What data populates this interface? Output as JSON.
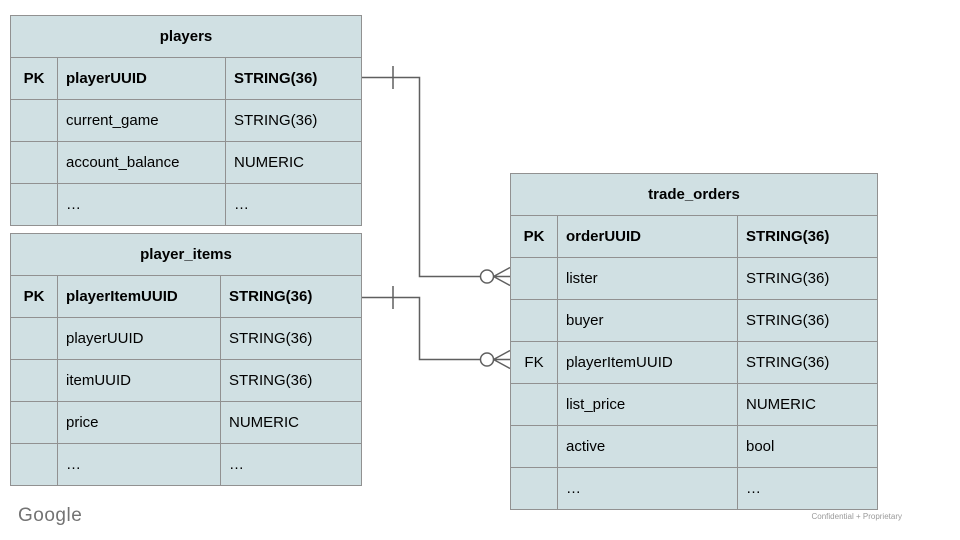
{
  "tables": {
    "players": {
      "title": "players",
      "columns": [
        "key",
        "name",
        "type"
      ],
      "rows": [
        {
          "key": "PK",
          "name": "playerUUID",
          "type": "STRING(36)"
        },
        {
          "key": "",
          "name": "current_game",
          "type": "STRING(36)"
        },
        {
          "key": "",
          "name": "account_balance",
          "type": "NUMERIC"
        },
        {
          "key": "",
          "name": "…",
          "type": "…"
        }
      ]
    },
    "player_items": {
      "title": "player_items",
      "columns": [
        "key",
        "name",
        "type"
      ],
      "rows": [
        {
          "key": "PK",
          "name": "playerItemUUID",
          "type": "STRING(36)"
        },
        {
          "key": "",
          "name": "playerUUID",
          "type": "STRING(36)"
        },
        {
          "key": "",
          "name": "itemUUID",
          "type": "STRING(36)"
        },
        {
          "key": "",
          "name": "price",
          "type": "NUMERIC"
        },
        {
          "key": "",
          "name": "…",
          "type": "…"
        }
      ]
    },
    "trade_orders": {
      "title": "trade_orders",
      "columns": [
        "key",
        "name",
        "type"
      ],
      "rows": [
        {
          "key": "PK",
          "name": "orderUUID",
          "type": "STRING(36)"
        },
        {
          "key": "",
          "name": "lister",
          "type": "STRING(36)"
        },
        {
          "key": "",
          "name": "buyer",
          "type": "STRING(36)"
        },
        {
          "key": "FK",
          "name": "playerItemUUID",
          "type": "STRING(36)"
        },
        {
          "key": "",
          "name": "list_price",
          "type": "NUMERIC"
        },
        {
          "key": "",
          "name": "active",
          "type": "bool"
        },
        {
          "key": "",
          "name": "…",
          "type": "…"
        }
      ]
    }
  },
  "relationships": [
    {
      "from": "players.playerUUID",
      "to": "trade_orders.lister",
      "from_cardinality": "one",
      "to_cardinality": "zero-or-many"
    },
    {
      "from": "player_items.playerItemUUID",
      "to": "trade_orders.playerItemUUID",
      "from_cardinality": "one",
      "to_cardinality": "zero-or-many"
    }
  ],
  "footer": {
    "brand": "Google",
    "note": "Confidential + Proprietary"
  },
  "colors": {
    "cell_fill": "#d0e0e3",
    "table_border": "#919191",
    "connector": "#5f5f5f",
    "background": "#ffffff",
    "text": "#000000"
  }
}
